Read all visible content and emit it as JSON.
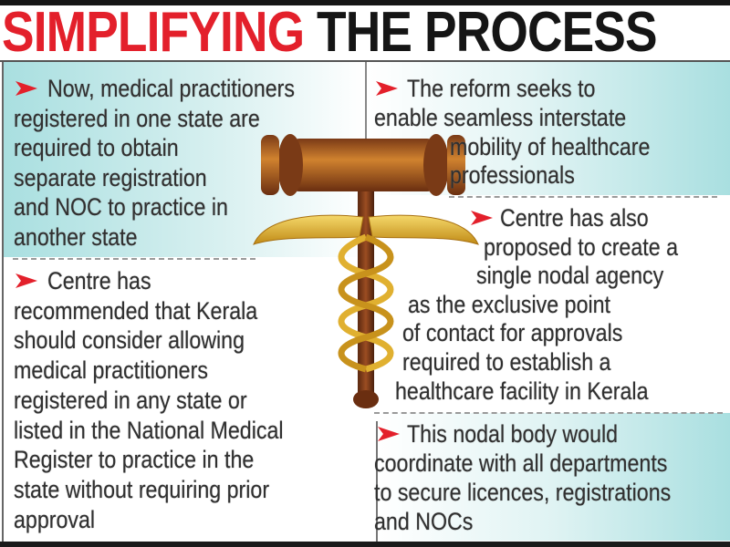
{
  "title": {
    "part1": "SIMPLIFYING",
    "part2": "THE PROCESS",
    "colors": {
      "part1": "#e3202b",
      "part2": "#151515",
      "panel": "#a9dfe0",
      "bullet": "#e3202b"
    }
  },
  "bullets": [
    {
      "id": "left-1",
      "lines": [
        "Now, medical practitioners",
        "registered in one state are",
        "required to obtain",
        "separate registration",
        "and NOC to practice in",
        "another state"
      ]
    },
    {
      "id": "left-2",
      "lines": [
        "Centre has",
        "recommended that Kerala",
        "should consider allowing",
        "medical practitioners",
        "registered in any state or",
        "listed in the National Medical",
        "Register to practice in the",
        "state without requiring prior",
        "approval"
      ]
    },
    {
      "id": "right-1",
      "lines": [
        "The reform seeks to",
        "enable seamless interstate",
        "mobility of healthcare",
        "professionals"
      ]
    },
    {
      "id": "right-2",
      "lines": [
        "Centre has also",
        "proposed to create a",
        "single nodal agency",
        "as the exclusive point",
        "of contact for approvals",
        "required to establish a",
        "healthcare facility in Kerala"
      ]
    },
    {
      "id": "right-3",
      "lines": [
        "This nodal body would",
        "coordinate with all departments",
        "to secure licences, registrations",
        "and NOCs"
      ]
    }
  ],
  "illustration": {
    "icon": "gavel-caduceus-icon"
  }
}
